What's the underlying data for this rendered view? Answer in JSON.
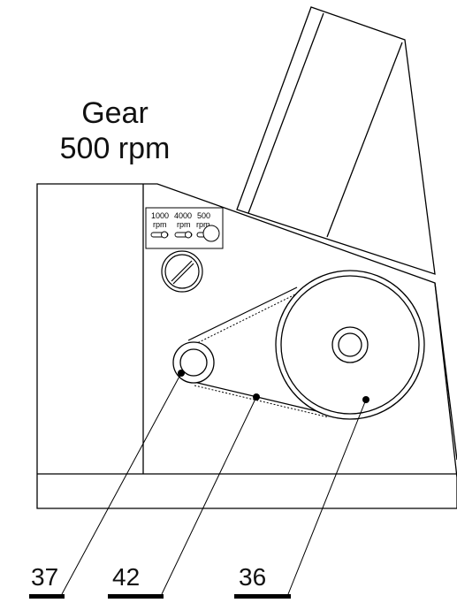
{
  "title": {
    "line1": "Gear",
    "line2": "500 rpm"
  },
  "speed_selector": {
    "options": [
      {
        "value": "1000",
        "unit": "rpm"
      },
      {
        "value": "4000",
        "unit": "rpm"
      },
      {
        "value": "500",
        "unit": "rpm"
      }
    ],
    "selected": "500"
  },
  "callouts": [
    {
      "number": "37",
      "part": "small-pulley"
    },
    {
      "number": "42",
      "part": "drive-belt"
    },
    {
      "number": "36",
      "part": "large-pulley"
    }
  ]
}
